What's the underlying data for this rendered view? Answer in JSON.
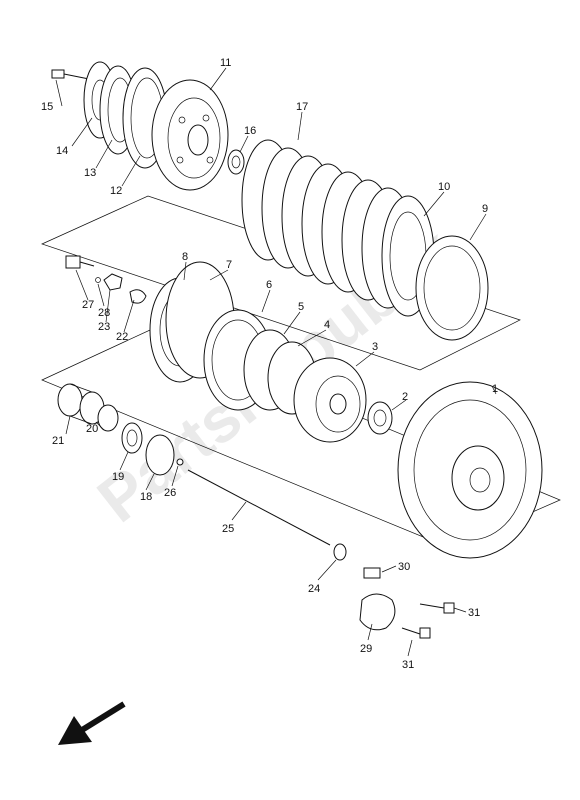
{
  "watermark": "PartsRepublik",
  "parts": [
    {
      "id": "p1",
      "label": "1"
    },
    {
      "id": "p2",
      "label": "2"
    },
    {
      "id": "p3",
      "label": "3"
    },
    {
      "id": "p4",
      "label": "4"
    },
    {
      "id": "p5",
      "label": "5"
    },
    {
      "id": "p6",
      "label": "6"
    },
    {
      "id": "p7",
      "label": "7"
    },
    {
      "id": "p8",
      "label": "8"
    },
    {
      "id": "p9",
      "label": "9"
    },
    {
      "id": "p10",
      "label": "10"
    },
    {
      "id": "p11",
      "label": "11"
    },
    {
      "id": "p12",
      "label": "12"
    },
    {
      "id": "p13",
      "label": "13"
    },
    {
      "id": "p14",
      "label": "14"
    },
    {
      "id": "p15",
      "label": "15"
    },
    {
      "id": "p16",
      "label": "16"
    },
    {
      "id": "p17",
      "label": "17"
    },
    {
      "id": "p18",
      "label": "18"
    },
    {
      "id": "p19",
      "label": "19"
    },
    {
      "id": "p20",
      "label": "20"
    },
    {
      "id": "p21",
      "label": "21"
    },
    {
      "id": "p22",
      "label": "22"
    },
    {
      "id": "p23",
      "label": "23"
    },
    {
      "id": "p24",
      "label": "24"
    },
    {
      "id": "p25",
      "label": "25"
    },
    {
      "id": "p26",
      "label": "26"
    },
    {
      "id": "p27",
      "label": "27"
    },
    {
      "id": "p28",
      "label": "28"
    },
    {
      "id": "p29",
      "label": "29"
    },
    {
      "id": "p30",
      "label": "30"
    },
    {
      "id": "p31a",
      "label": "31"
    },
    {
      "id": "p31b",
      "label": "31"
    }
  ],
  "direction_arrow_icon": "front-direction-arrow"
}
